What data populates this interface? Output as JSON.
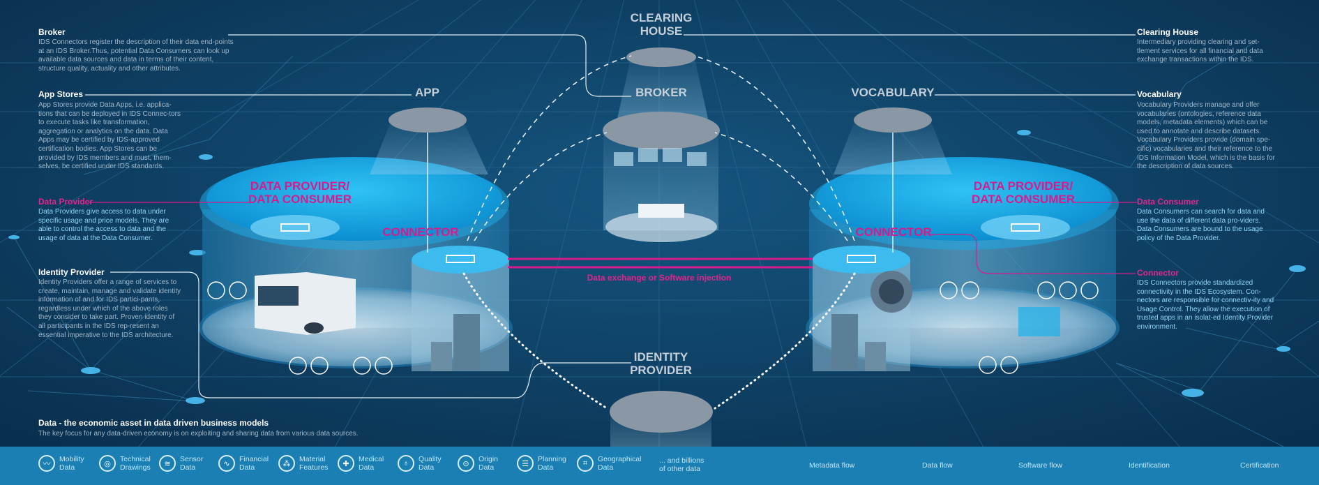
{
  "palette": {
    "background": "#0b3a5e",
    "cyan": "#0aa6e0",
    "magenta": "#d81b8c",
    "legend_bar": "#1b7fb4"
  },
  "nodes": {
    "clearing_house": "CLEARING HOUSE",
    "app": "APP",
    "broker": "BROKER",
    "vocabulary": "VOCABULARY",
    "identity_provider": "IDENTITY PROVIDER",
    "dp_dc_left": "DATA PROVIDER/ DATA CONSUMER",
    "dp_dc_right": "DATA PROVIDER/ DATA CONSUMER",
    "connector_left": "CONNECTOR",
    "connector_right": "CONNECTOR",
    "exchange": "Data exchange or Software injection"
  },
  "left_panel": {
    "broker": {
      "title": "Broker",
      "text": "IDS Connectors register the description of their data end-points at an IDS Broker.Thus, potential Data Consumers can look up available data sources and data in terms of their content, structure quality, actuality and other attributes."
    },
    "app_stores": {
      "title": "App Stores",
      "text": "App Stores provide Data Apps, i.e. applica-tions that can be deployed in IDS Connec-tors to execute tasks like transformation, aggregation or analytics on the data. Data Apps may be certified by IDS-approved certification bodies. App Stores can be provided by IDS members and must, them-selves, be certified under IDS standards."
    },
    "data_provider": {
      "title": "Data Provider",
      "text": "Data Providers give access to data under specific usage and price models. They are able to control the access to data and the usage of data at the Data Consumer."
    },
    "identity_provider": {
      "title": "Identity Provider",
      "text": "Identity Providers offer a range of services to create, maintain, manage and validate identity information of and for IDS partici-pants, regardless under which of the above roles they consider to take part. Proven identity of all participants in the IDS rep-resent an essential imperative to the IDS architecture."
    },
    "data_asset": {
      "title": "Data - the economic asset in data driven business models",
      "text": "The key focus for any data-driven economy is on exploiting and sharing data from various data sources."
    }
  },
  "right_panel": {
    "clearing_house": {
      "title": "Clearing House",
      "text": "Intermediary providing clearing and set-tlement services for all financial and data exchange transactions within the IDS."
    },
    "vocabulary": {
      "title": "Vocabulary",
      "text": "Vocabulary Providers manage and offer vocabularies (ontologies, reference data models, metadata elements) which can be used to annotate and describe datasets. Vocabulary Providers provide (domain spe-cific) vocabularies and their reference to the IDS Information Model, which is the basis for the description of data sources."
    },
    "data_consumer": {
      "title": "Data Consumer",
      "text": "Data Consumers can search for data and use the data of different data pro-viders.  Data Consumers are bound to the usage policy of the Data Provider."
    },
    "connector": {
      "title": "Connector",
      "text": "IDS Connectors provide standardized connectivity in the IDS Ecosystem. Con-nectors are responsible for connectiv-ity and Usage Control. They allow the execution of trusted apps in an isolat-ed Identity Provider environment."
    }
  },
  "legend_data": [
    {
      "icon": "mobility-icon",
      "glyph": "〰",
      "label": "Mobility Data"
    },
    {
      "icon": "technical-drawings-icon",
      "glyph": "◎",
      "label": "Technical Drawings"
    },
    {
      "icon": "sensor-icon",
      "glyph": "≋",
      "label": "Sensor Data"
    },
    {
      "icon": "financial-icon",
      "glyph": "∿",
      "label": "Financial Data"
    },
    {
      "icon": "material-icon",
      "glyph": "⁂",
      "label": "Material Features"
    },
    {
      "icon": "medical-icon",
      "glyph": "✚",
      "label": "Medical Data"
    },
    {
      "icon": "quality-icon",
      "glyph": "♁",
      "label": "Quality Data"
    },
    {
      "icon": "origin-icon",
      "glyph": "⊙",
      "label": "Origin Data"
    },
    {
      "icon": "planning-icon",
      "glyph": "☰",
      "label": "Planning Data"
    },
    {
      "icon": "geographical-icon",
      "glyph": "⌗",
      "label": "Geographical Data"
    }
  ],
  "legend_other": "... and billions of other data",
  "flow_legend": {
    "metadata": "Metadata flow",
    "data": "Data flow",
    "software": "Software flow",
    "identification": "Identification",
    "certification": "Certification"
  }
}
